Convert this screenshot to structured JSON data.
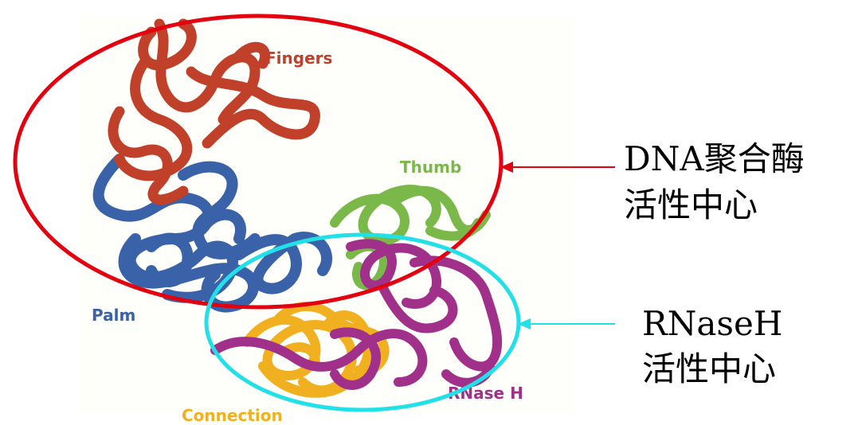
{
  "domains": {
    "fingers": "Fingers",
    "thumb": "Thumb",
    "palm": "Palm",
    "rnase_h": "RNase H",
    "connection": "Connection"
  },
  "annotations": {
    "dna_polymerase": {
      "line1": "DNA聚合酶",
      "line2": "活性中心",
      "color": "#e3000f"
    },
    "rnase_h": {
      "line1": "RNaseH",
      "line2": "活性中心",
      "color": "#22e0e8"
    }
  },
  "colors": {
    "fingers": "#c0402a",
    "palm": "#3a62a8",
    "thumb": "#7bb84a",
    "connection": "#f0b020",
    "rnase": "#a0308a"
  }
}
